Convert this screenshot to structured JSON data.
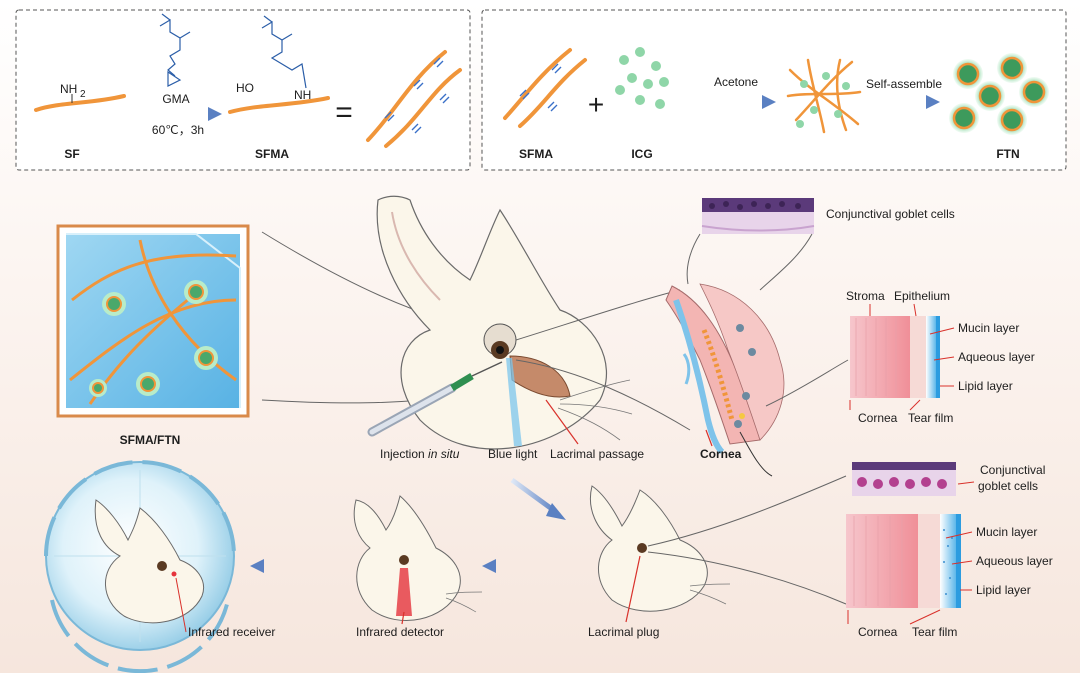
{
  "top_left": {
    "sf_label": "SF",
    "nh2_label": "NH",
    "nh2_sub": "2",
    "gma_label": "GMA",
    "condition_label": "60℃，3h",
    "ho_label": "HO",
    "nh_label": "NH",
    "equals_sign": "=",
    "sfma_label": "SFMA"
  },
  "top_right": {
    "sfma_label": "SFMA",
    "plus_sign": "+",
    "icg_label": "ICG",
    "acetone_label": "Acetone",
    "self_assemble_label": "Self-assemble",
    "ftn_label": "FTN"
  },
  "gel_cube": {
    "caption": "SFMA/FTN"
  },
  "rabbit_main": {
    "injection_prefix": "Injection ",
    "injection_italic": "in situ",
    "blue_light_label": "Blue light",
    "lacrimal_passage_label": "Lacrimal passage"
  },
  "eye_section": {
    "cornea_label": "Cornea",
    "goblet_cells_label": "Conjunctival goblet cells"
  },
  "tissue_top": {
    "stroma_label": "Stroma",
    "epithelium_label": "Epithelium",
    "mucin_label": "Mucin layer",
    "aqueous_label": "Aqueous layer",
    "lipid_label": "Lipid layer",
    "cornea_label": "Cornea",
    "tear_film_label": "Tear film"
  },
  "tissue_bottom": {
    "goblet_line1": "Conjunctival",
    "goblet_line2": "goblet cells",
    "mucin_label": "Mucin layer",
    "aqueous_label": "Aqueous layer",
    "lipid_label": "Lipid layer",
    "cornea_label": "Cornea",
    "tear_film_label": "Tear film"
  },
  "bottom_row": {
    "lacrimal_plug_label": "Lacrimal plug",
    "infrared_detector_label": "Infrared detector",
    "infrared_receiver_label": "Infrared receiver"
  },
  "colors": {
    "fiber_orange": "#f0953a",
    "gel_blue": "#7cc6ec",
    "icg_green": "#7fcf9c",
    "arrow_blue": "#6b8fc9",
    "pointer_red": "#d9312b"
  }
}
